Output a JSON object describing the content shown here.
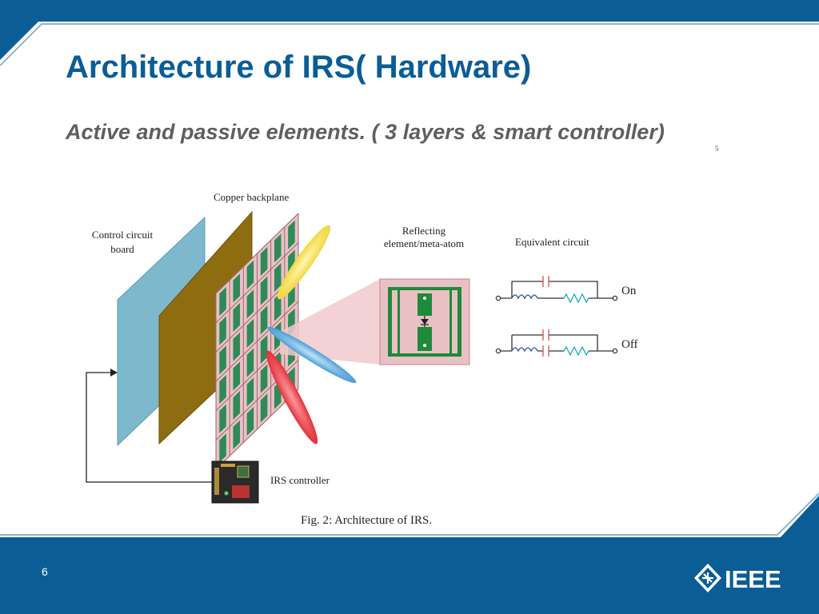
{
  "slide": {
    "title": "Architecture of IRS( Hardware)",
    "subtitle": "Active and passive elements. ( 3 layers & smart controller)",
    "footnote_mark": "5",
    "page_number": "6",
    "logo_text": "IEEE"
  },
  "figure": {
    "label_copper": "Copper backplane",
    "label_control_line1": "Control circuit",
    "label_control_line2": "board",
    "label_reflect_line1": "Reflecting",
    "label_reflect_line2": "element/meta-atom",
    "label_equivalent": "Equivalent circuit",
    "label_on": "On",
    "label_off": "Off",
    "label_controller": "IRS controller",
    "caption": "Fig. 2: Architecture of IRS."
  },
  "colors": {
    "brand_blue": "#0b5d96",
    "board_blue": "#7eb8cc",
    "copper_brown": "#8e6c10",
    "meta_pink": "#e9c1c4",
    "element_green": "#1e8a3a",
    "beam_yellow": "#f3df55",
    "beam_blue": "#6bb4e0",
    "beam_red": "#e8404a"
  }
}
